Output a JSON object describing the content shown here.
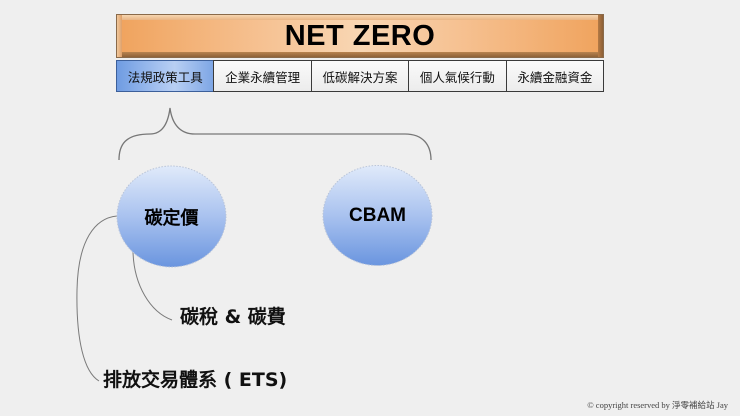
{
  "banner": {
    "title": "NET ZERO"
  },
  "tabs": [
    {
      "label": "法規政策工具",
      "active": true
    },
    {
      "label": "企業永續管理",
      "active": false
    },
    {
      "label": "低碳解決方案",
      "active": false
    },
    {
      "label": "個人氣候行動",
      "active": false
    },
    {
      "label": "永續金融資金",
      "active": false
    }
  ],
  "diagram": {
    "nodes": [
      {
        "label": "碳定價"
      },
      {
        "label": "CBAM"
      }
    ],
    "branches": [
      {
        "label": "碳稅 & 碳費"
      },
      {
        "label": "排放交易體系 ( ETS)"
      }
    ]
  },
  "footer": {
    "copyright": "© copyright reserved by 淨零補給站 Jay"
  },
  "colors": {
    "background": "#efefef",
    "banner_orange": "#f0a45f",
    "active_tab_blue": "#8fb3ea",
    "node_blue_top": "#dbe6f8",
    "node_blue_bottom": "#6f98e0",
    "connector_gray": "#7a7a7a"
  }
}
